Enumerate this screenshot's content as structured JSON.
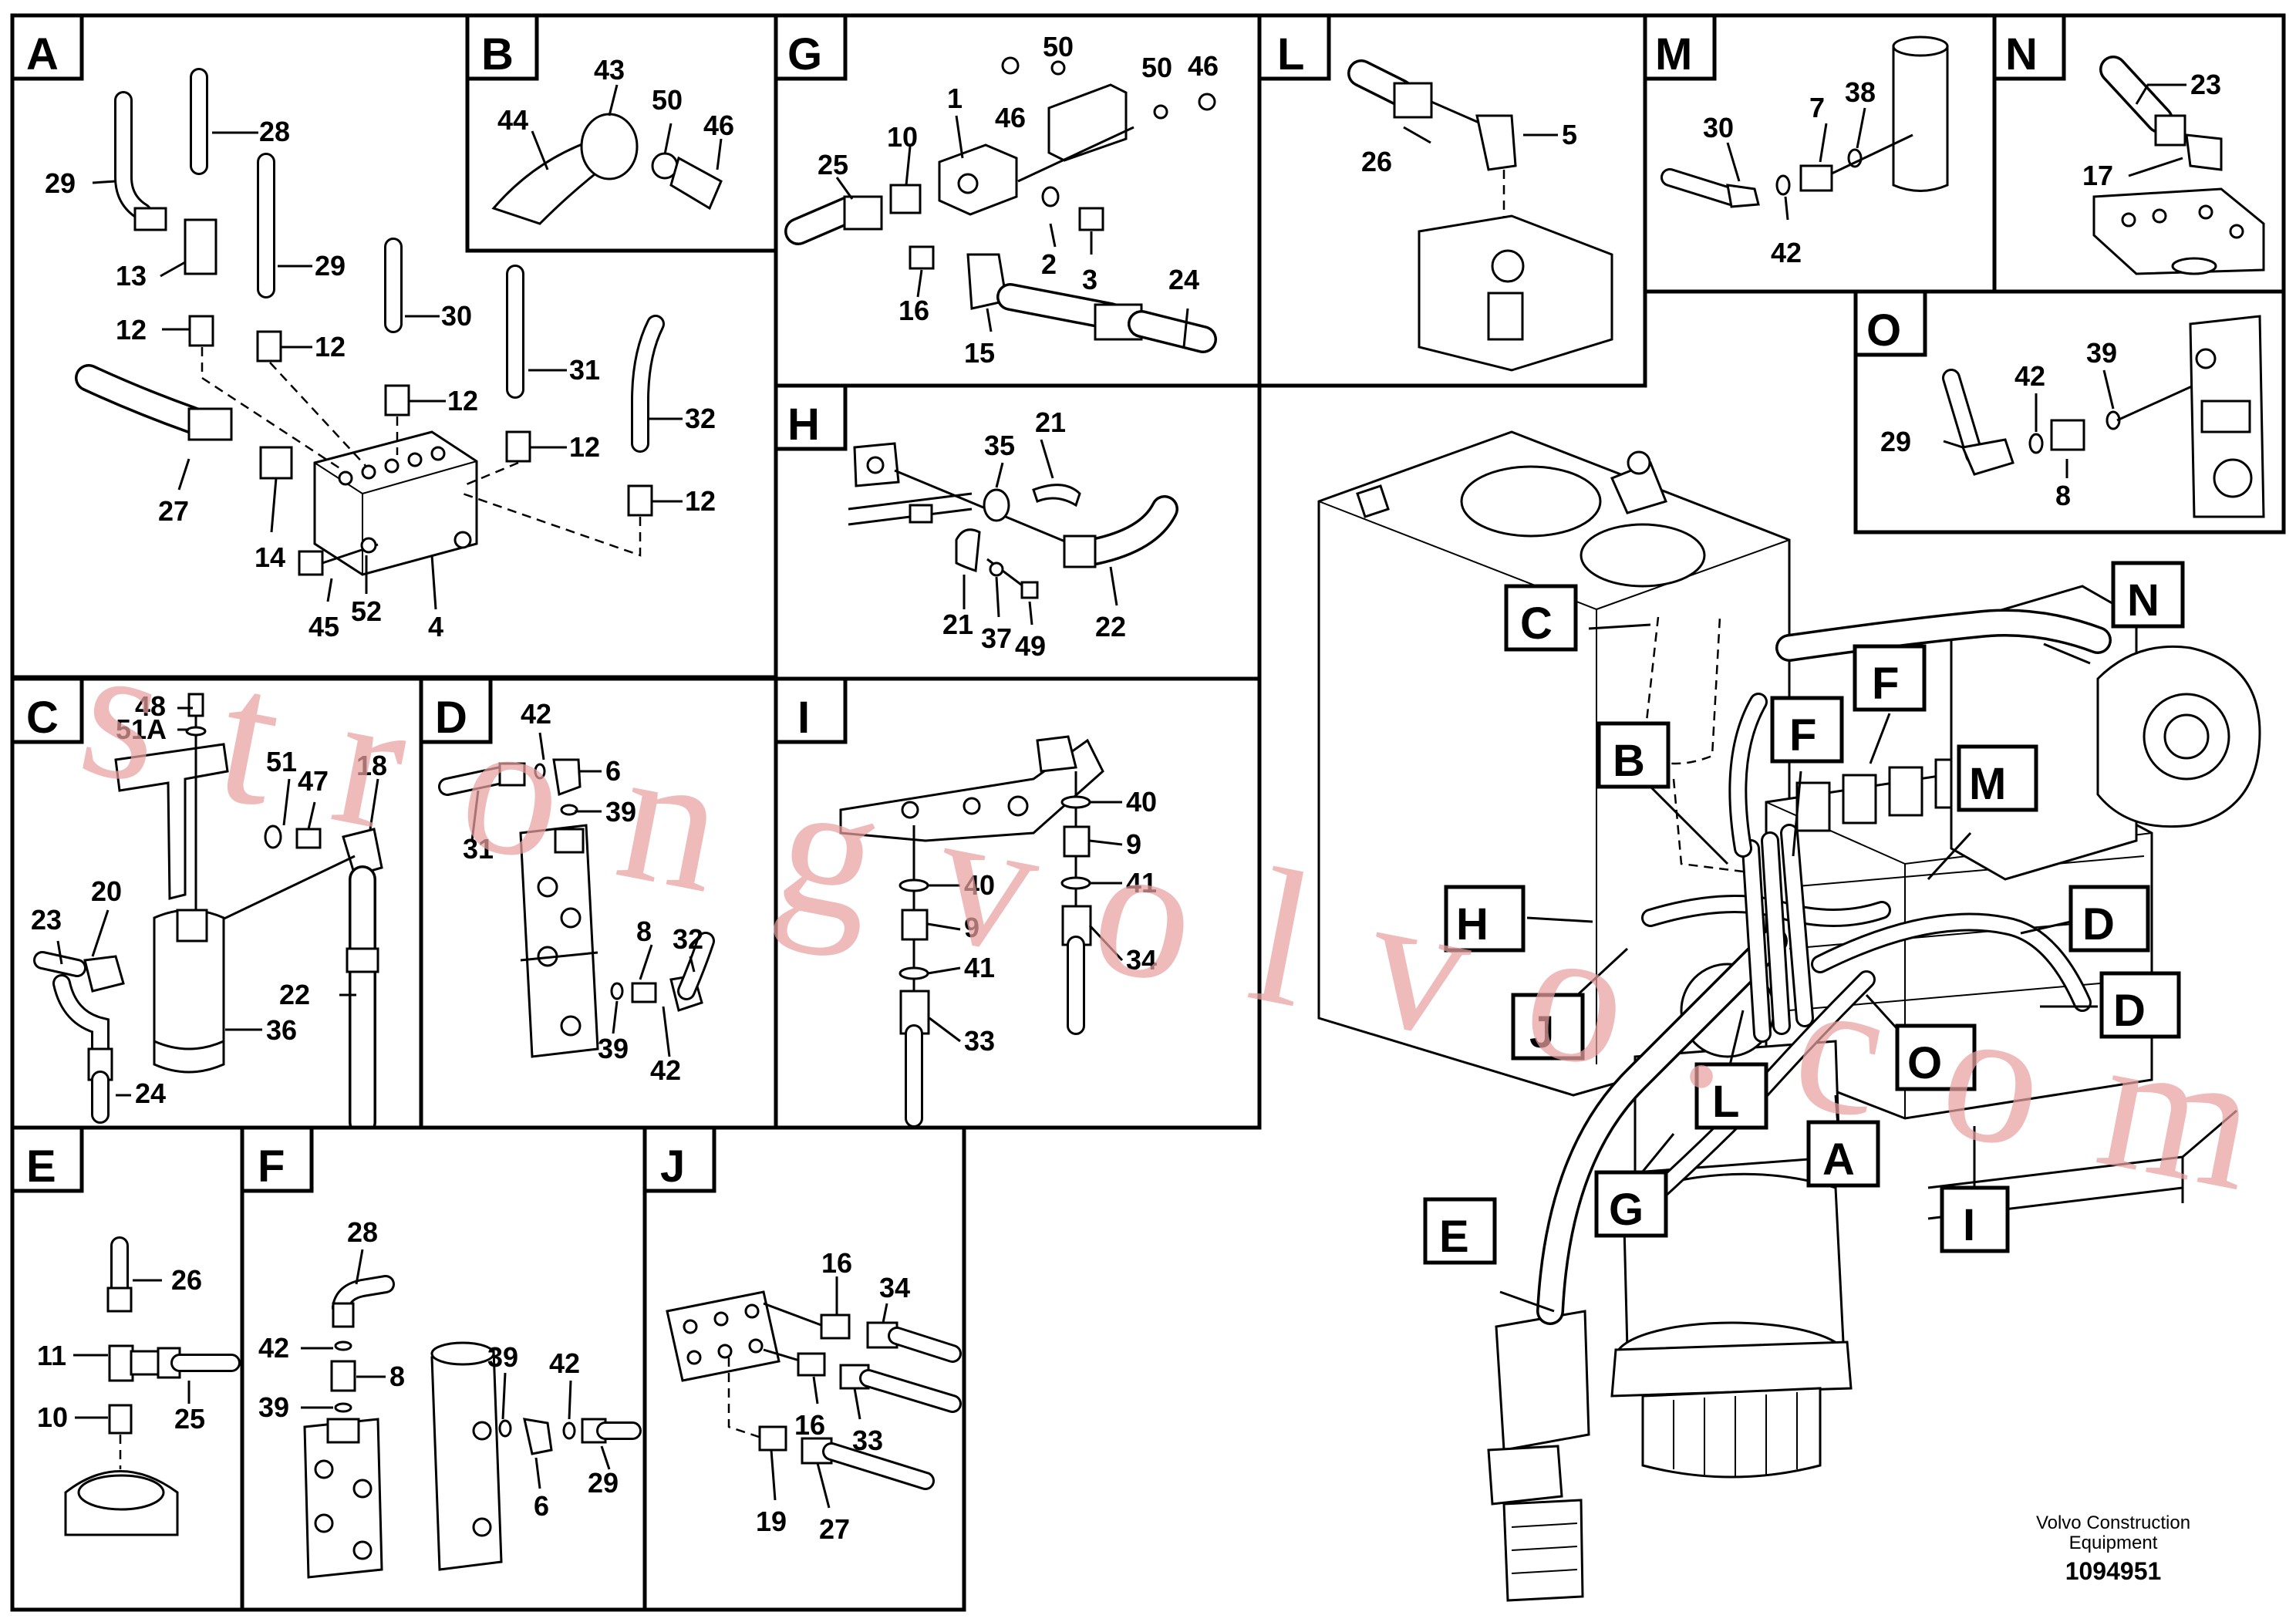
{
  "colors": {
    "line": "#000000",
    "background": "#ffffff",
    "watermark": "#e8a0a0"
  },
  "panels": [
    {
      "id": "A",
      "labels": [
        "29",
        "28",
        "13",
        "12",
        "29",
        "12",
        "30",
        "12",
        "31",
        "12",
        "32",
        "12",
        "27",
        "14",
        "45",
        "52",
        "4"
      ]
    },
    {
      "id": "B",
      "labels": [
        "43",
        "44",
        "50",
        "46"
      ]
    },
    {
      "id": "G",
      "labels": [
        "50",
        "46",
        "50",
        "46",
        "1",
        "25",
        "10",
        "2",
        "3",
        "16",
        "15",
        "24"
      ]
    },
    {
      "id": "L",
      "labels": [
        "26",
        "5"
      ]
    },
    {
      "id": "M",
      "labels": [
        "30",
        "7",
        "38",
        "42"
      ]
    },
    {
      "id": "N",
      "labels": [
        "23",
        "17"
      ]
    },
    {
      "id": "O",
      "labels": [
        "39",
        "42",
        "29",
        "8"
      ]
    },
    {
      "id": "H",
      "labels": [
        "21",
        "35",
        "21",
        "37",
        "49",
        "22"
      ]
    },
    {
      "id": "C",
      "labels": [
        "48",
        "51A",
        "51",
        "47",
        "18",
        "20",
        "23",
        "22",
        "36",
        "24"
      ]
    },
    {
      "id": "D",
      "labels": [
        "42",
        "6",
        "39",
        "31",
        "8",
        "32",
        "39",
        "42"
      ]
    },
    {
      "id": "I",
      "labels": [
        "40",
        "9",
        "41",
        "34",
        "40",
        "9",
        "41",
        "33"
      ]
    },
    {
      "id": "E",
      "labels": [
        "26",
        "11",
        "25",
        "10"
      ]
    },
    {
      "id": "F",
      "labels": [
        "28",
        "42",
        "8",
        "39",
        "39",
        "42",
        "6",
        "29"
      ]
    },
    {
      "id": "J",
      "labels": [
        "16",
        "34",
        "16",
        "33",
        "19",
        "27"
      ]
    }
  ],
  "overview_callouts": [
    "C",
    "N",
    "F",
    "F",
    "B",
    "M",
    "H",
    "D",
    "D",
    "J",
    "O",
    "L",
    "A",
    "I",
    "G",
    "E"
  ],
  "watermark": "strongvolvo.com",
  "footer": {
    "company_line1": "Volvo Construction",
    "company_line2": "Equipment",
    "doc_number": "1094951"
  }
}
